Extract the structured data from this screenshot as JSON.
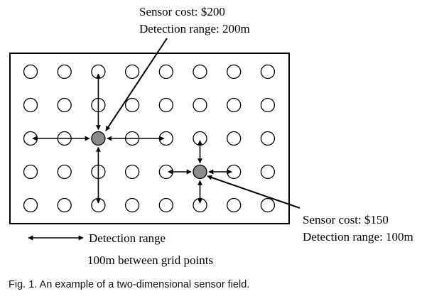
{
  "annotations": {
    "sensor_200": {
      "cost": "Sensor cost: $200",
      "range": "Detection range: 200m"
    },
    "sensor_150": {
      "cost": "Sensor cost: $150",
      "range": "Detection range: 100m"
    }
  },
  "legend": {
    "detection_range": "Detection range",
    "grid_spacing": "100m between grid points"
  },
  "caption": "Fig. 1. An example of a two-dimensional sensor field.",
  "grid": {
    "rows": 5,
    "cols": 8,
    "spacing_m": 100,
    "sensors": [
      {
        "col": 2,
        "row": 2,
        "cost": 200,
        "range_m": 200
      },
      {
        "col": 5,
        "row": 3,
        "cost": 150,
        "range_m": 100
      }
    ]
  },
  "colors": {
    "line": "#000000",
    "grid_point_fill": "#ffffff",
    "sensor_fill": "#8c8c8c"
  }
}
